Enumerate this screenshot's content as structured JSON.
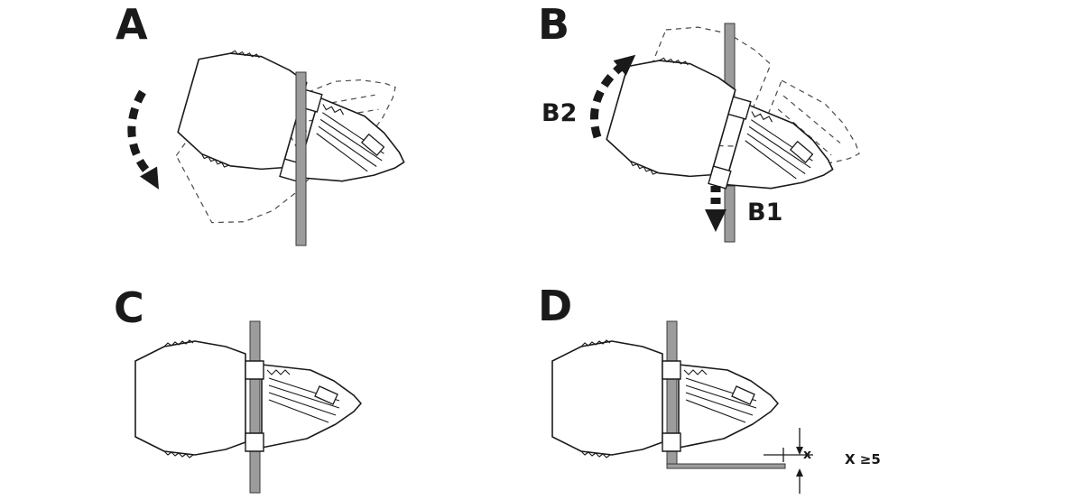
{
  "figure": {
    "background": "#ffffff",
    "line_color": "#1a1a1a",
    "rail_color": "#9c9c9c",
    "panels": [
      {
        "id": "A",
        "label": "A"
      },
      {
        "id": "B",
        "label": "B",
        "step_labels": {
          "b1": "B1",
          "b2": "B2"
        }
      },
      {
        "id": "C",
        "label": "C"
      },
      {
        "id": "D",
        "label": "D",
        "dimension": {
          "symbol": "x",
          "note": "X ≥5"
        }
      }
    ]
  }
}
